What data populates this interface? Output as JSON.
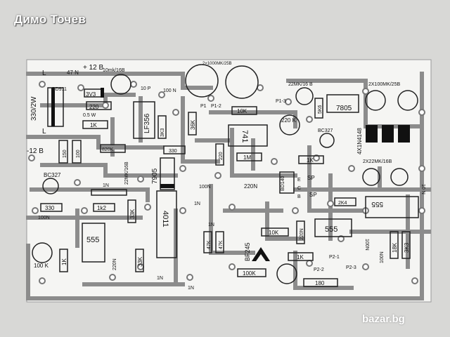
{
  "header": {
    "author": "Димо Точев"
  },
  "watermark": {
    "text": "bazar.bg"
  },
  "board": {
    "labels": {
      "plus12": "+ 12 B",
      "minus12": "-12 B",
      "l_top": "L",
      "l_bot": "L",
      "r330": "330/2W",
      "n47": "47 N",
      "bd911": "BD911",
      "z3v3": "3V3",
      "r220a": "220",
      "w05": "0.5 W",
      "r1k_a": "1K",
      "c10mk": "10mk/16B",
      "c2x1000": "2×1000MK/25B",
      "c10p": "10 P",
      "c100n_a": "100 N",
      "lf356": "LF356",
      "r3k3": "3K3",
      "r36k": "36K",
      "p1": "P1",
      "p1_2": "P1-2",
      "r10k_a": "10K",
      "p1_3": "P1-3",
      "c22mk": "22MK/16 B",
      "r5k6": "5K6",
      "reg7805": "7805",
      "c2x100": "2X100MK/25B",
      "pot220k": "220 K",
      "op741": "741",
      "bc327_a": "BC327",
      "d4x": "4X1N4148",
      "r150": "150",
      "r100": "100",
      "r820k": "820K",
      "r330_b": "330",
      "c22mk16": "22MK/16B",
      "reg7905": "7905",
      "r220b": "220",
      "r1m": "1M",
      "r1k_b": "1K",
      "c2x22": "2X22MK/16B",
      "bc327_b": "BC327",
      "c1n_a": "1N",
      "c100n_b": "100N",
      "c220n_a": "220N",
      "bd140": "BD140",
      "sp_a": "SP",
      "sp_b": "SP",
      "e": "E",
      "c": "C",
      "b": "B",
      "r2k4": "2K4",
      "ic555_a": "555",
      "c10n": "10 N",
      "r330_c": "330",
      "r1k2": "1k2",
      "r33k_a": "33K",
      "c1n_b": "1N",
      "cd4011": "4011",
      "c100n_c": "100N",
      "ic555_b": "555",
      "r10k_b": "10K",
      "c220n_b": "220N",
      "ic555_c": "555",
      "c100n_d": "100N",
      "r18k": "18K",
      "r3k3b": "3K3",
      "pot100k": "100 K",
      "r1k_c": "1K",
      "c220n_c": "220N",
      "r33k_b": "33K",
      "c1n_c": "1N",
      "r47k_a": "47K",
      "r47k_b": "47K",
      "c1n_d": "1N",
      "bf245": "BF245",
      "r1k_d": "1K",
      "p2_1": "P2-1",
      "p2_2": "P2-2",
      "p2_3": "P2-3",
      "r100k": "100K",
      "r180": "180",
      "c100n_e": "100N",
      "c1n_e": "1N"
    }
  }
}
